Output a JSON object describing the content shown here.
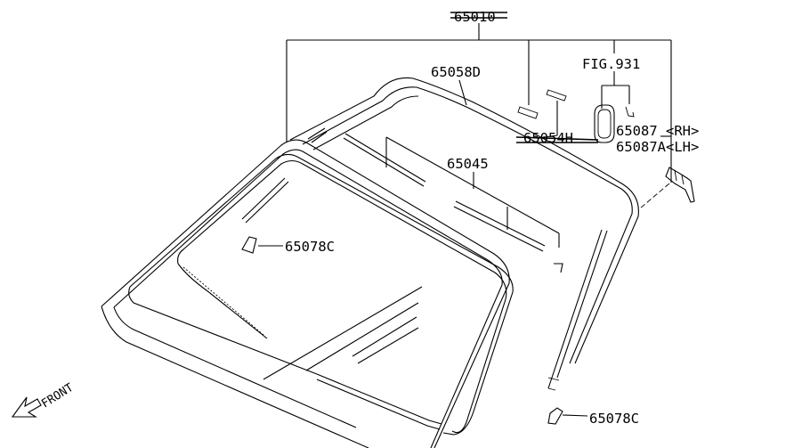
{
  "labels": {
    "top_part": "65010",
    "molding_d": "65058D",
    "fig_ref": "FIG.931",
    "part_65054": "65054H",
    "clip_rh": "65087 <RH>",
    "clip_lh": "65087A<LH>",
    "dam": "65045",
    "spacer_upper": "65078C",
    "spacer_lower": "65078C",
    "front": "FRONT"
  },
  "colors": {
    "ink": "#000000",
    "background": "#ffffff"
  }
}
